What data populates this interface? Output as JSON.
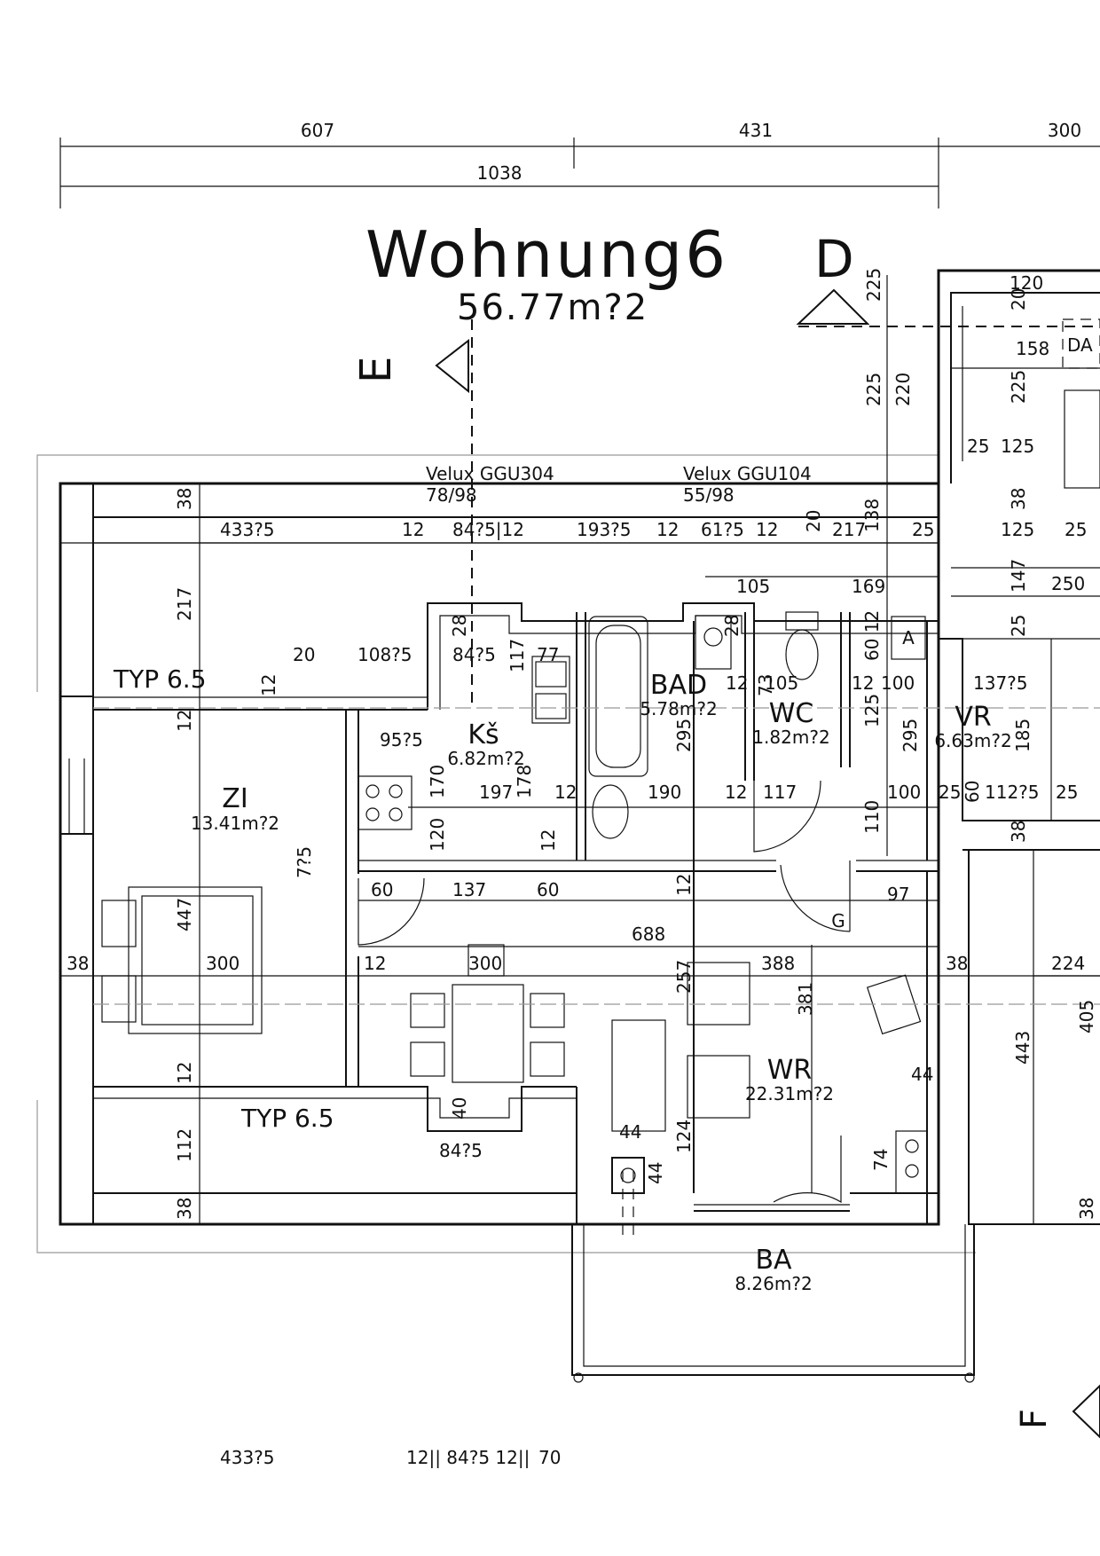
{
  "title": "Wohnung6",
  "total_area": "56.77m?2",
  "section_markers": {
    "d": "D",
    "e": "E",
    "f": "F"
  },
  "top_dims": {
    "seg1": "607",
    "seg2": "431",
    "seg3": "300",
    "total": "1038"
  },
  "windows": [
    {
      "name": "Velux GGU304",
      "size": "78/98"
    },
    {
      "name": "Velux GGU104",
      "size": "55/98"
    }
  ],
  "roof_types": {
    "upper": "TYP 6.5",
    "lower": "TYP 6.5"
  },
  "rooms": [
    {
      "label": "ZI",
      "area": "13.41m?2"
    },
    {
      "label": "Kš",
      "area": "6.82m?2"
    },
    {
      "label": "BAD",
      "area": "5.78m?2"
    },
    {
      "label": "WC",
      "area": "1.82m?2"
    },
    {
      "label": "VR",
      "area": "6.63m?2"
    },
    {
      "label": "WR",
      "area": "22.31m?2"
    },
    {
      "label": "BA",
      "area": "8.26m?2"
    }
  ],
  "small_labels": {
    "a": "A",
    "g": "G",
    "da": "DA"
  },
  "dims": {
    "d38a": "38",
    "d4335": "433?5",
    "d12a": "12",
    "d8452": "84?5|12",
    "d1935": "193?5",
    "d12b": "12",
    "d615": "61?5",
    "d12c": "12",
    "d20a": "20",
    "d2171": "217",
    "d138": "138",
    "d25a": "25",
    "d105": "105",
    "d169": "169",
    "d217": "217",
    "d20b": "20",
    "d1085": "108?5",
    "d845a": "84?5",
    "d28a": "28",
    "d117": "117",
    "d77": "77",
    "d28b": "28",
    "d12d": "12",
    "d1057": "105",
    "d73": "73",
    "d12e": "12",
    "d100a": "100",
    "d6012": "60 12",
    "d125a": "125",
    "d12f": "12",
    "d12g": "12",
    "d955": "95?5",
    "d170": "170",
    "d295a": "295",
    "d295b": "295",
    "d185": "185",
    "d197": "197",
    "d178": "178",
    "d12h": "12",
    "d190": "190",
    "d12i": "12",
    "d117b": "117",
    "d100b": "100",
    "d25b": "25",
    "d60a": "60",
    "d1125": "112?5",
    "d25c": "25",
    "d110": "110",
    "d120": "120",
    "d12j": "12",
    "d75": "7?5",
    "d60b": "60",
    "d137": "137",
    "d60c": "60",
    "d12k": "12",
    "d97": "97",
    "d447": "447",
    "d688": "688",
    "d38b": "38",
    "d300a": "300",
    "d12l": "12",
    "d300b": "300",
    "d388": "388",
    "d38c": "38",
    "d224": "224",
    "d257": "257",
    "d381": "381",
    "d443": "443",
    "d405": "405",
    "d12m": "12",
    "d40": "40",
    "d44a": "44",
    "d44b": "44",
    "d112": "112",
    "d845b": "84?5",
    "d44c": "44",
    "d124": "124",
    "d74": "74",
    "d38d": "38",
    "d38e": "38",
    "r120": "120",
    "r158": "158",
    "r225a": "225",
    "r220": "220",
    "r225b": "225",
    "r20": "20",
    "r25": "25",
    "r125a": "125",
    "r225c": "225",
    "r38": "38",
    "r125b": "125",
    "r25b": "25",
    "r147": "147",
    "r250": "250",
    "r25c": "25",
    "r1375": "137?5",
    "r38b": "38"
  },
  "bottom_cut": {
    "a": "433?5",
    "b": "12|| 84?5 12||",
    "c": "70"
  }
}
